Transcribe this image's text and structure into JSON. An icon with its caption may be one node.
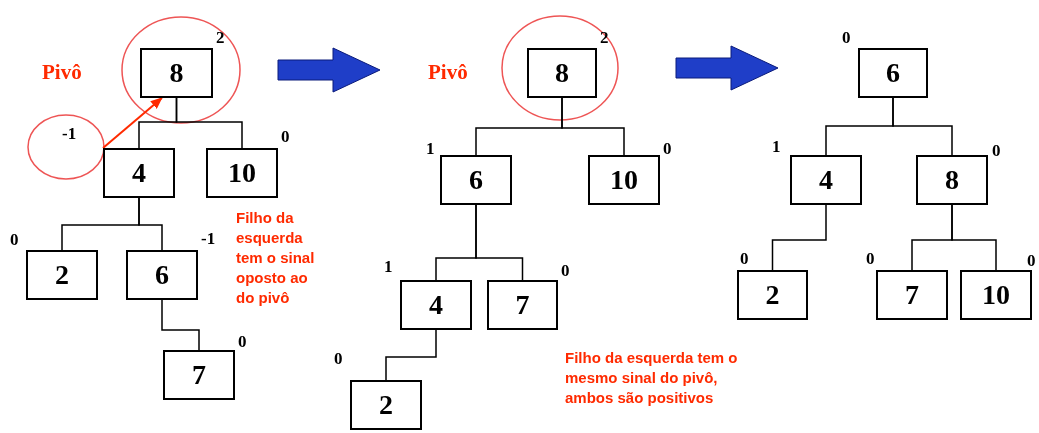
{
  "diagram": {
    "nodes": [
      {
        "text": [
          "8"
        ],
        "beside": [
          "2"
        ]
      },
      {
        "text": [
          "4"
        ],
        "beside": [
          "-1"
        ]
      },
      {
        "text": [
          "10"
        ],
        "beside": [
          "0"
        ]
      },
      {
        "text": [
          "2"
        ],
        "beside": [
          "0"
        ]
      },
      {
        "text": [
          "6"
        ],
        "beside": [
          "-1"
        ]
      },
      {
        "text": [
          "7"
        ],
        "beside": [
          "0"
        ]
      },
      {
        "text": [
          "8"
        ],
        "beside": [
          "2"
        ]
      },
      {
        "text": [
          "6"
        ],
        "beside": [
          "1"
        ]
      },
      {
        "text": [
          "10"
        ],
        "beside": [
          "0"
        ]
      },
      {
        "text": [
          "4"
        ],
        "beside": [
          "1"
        ]
      },
      {
        "text": [
          "7"
        ],
        "beside": [
          "0"
        ]
      },
      {
        "text": [
          "2"
        ],
        "beside": [
          "0"
        ]
      },
      {
        "text": [
          "6"
        ],
        "beside": [
          "0"
        ]
      },
      {
        "text": [
          "4"
        ],
        "beside": [
          "1"
        ]
      },
      {
        "text": [
          "8"
        ],
        "beside": [
          "0"
        ]
      },
      {
        "text": [
          "2"
        ],
        "beside": [
          "0"
        ]
      },
      {
        "text": [
          "7"
        ],
        "beside": [
          "0"
        ]
      },
      {
        "text": [
          "10"
        ],
        "beside": [
          "0"
        ]
      }
    ],
    "edges": [
      {
        "from": 0,
        "to": 1,
        "arrow": "none"
      },
      {
        "from": 0,
        "to": 2,
        "arrow": "none"
      },
      {
        "from": 1,
        "to": 3,
        "arrow": "none"
      },
      {
        "from": 1,
        "to": 4,
        "arrow": "none"
      },
      {
        "from": 4,
        "to": 5,
        "arrow": "none"
      },
      {
        "from": 6,
        "to": 7,
        "arrow": "none"
      },
      {
        "from": 6,
        "to": 8,
        "arrow": "none"
      },
      {
        "from": 7,
        "to": 9,
        "arrow": "none"
      },
      {
        "from": 7,
        "to": 10,
        "arrow": "none"
      },
      {
        "from": 9,
        "to": 11,
        "arrow": "none"
      },
      {
        "from": 12,
        "to": 13,
        "arrow": "none"
      },
      {
        "from": 12,
        "to": 14,
        "arrow": "none"
      },
      {
        "from": 13,
        "to": 15,
        "arrow": "none"
      },
      {
        "from": 14,
        "to": 16,
        "arrow": "none"
      },
      {
        "from": 14,
        "to": 17,
        "arrow": "none"
      },
      {
        "from": 1,
        "to": 0,
        "arrow": "to",
        "color": "#ff2a00"
      }
    ],
    "labels": [
      "Pivô",
      "Pivô",
      "Filho da esquerda tem o sinal oposto ao do pivô",
      "Filho da esquerda tem o mesmo sinal do pivô, ambos são positivos"
    ]
  }
}
